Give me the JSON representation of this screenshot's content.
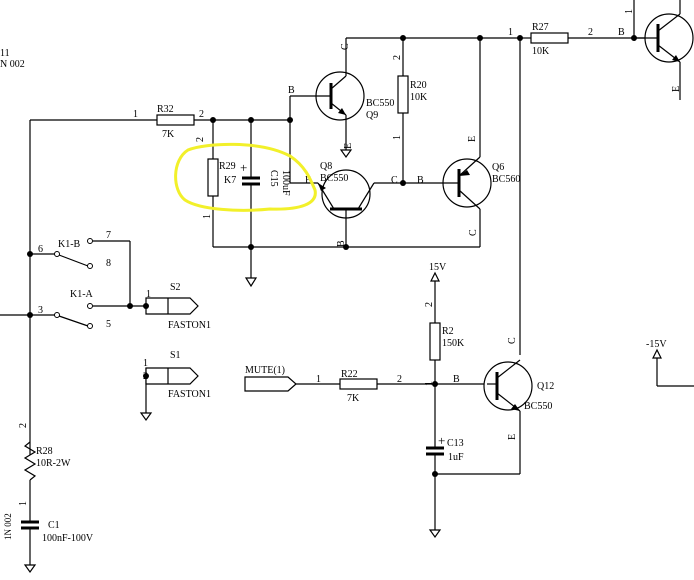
{
  "labels": {
    "left_top_1": "11",
    "left_top_2": "N  002",
    "r32_ref": "R32",
    "r32_val": "7K",
    "r29_ref": "R29",
    "r29_val": "K7",
    "c15_ref": "C15",
    "c15_val": "100uF",
    "r20_ref": "R20",
    "r20_val": "10K",
    "r27_ref": "R27",
    "r27_val": "10K",
    "q9_type": "BC550",
    "q9_ref": "Q9",
    "q8_ref": "Q8",
    "q8_type": "BC550",
    "q6_ref": "Q6",
    "q6_type": "BC560",
    "k1b": "K1-B",
    "k1a": "K1-A",
    "s2": "S2",
    "s2_type": "FASTON1",
    "s1": "S1",
    "s1_type": "FASTON1",
    "mute": "MUTE(1)",
    "r22_ref": "R22",
    "r22_val": "7K",
    "v15": "15V",
    "r2_ref": "R2",
    "r2_val": "150K",
    "q12_ref": "Q12",
    "q12_type": "BC550",
    "c13_ref": "C13",
    "c13_val": "1uF",
    "vm15": "-15V",
    "r28_ref": "R28",
    "r28_val": "10R-2W",
    "c1_ref": "C1",
    "c1_val": "100nF-100V",
    "n002_bottom": "1N  002"
  },
  "pins": {
    "one": "1",
    "two": "2",
    "five": "5",
    "six": "6",
    "seven": "7",
    "eight": "8",
    "three": "3",
    "b": "B",
    "c": "C",
    "e": "E"
  },
  "highlight_color": "#f2f02a"
}
